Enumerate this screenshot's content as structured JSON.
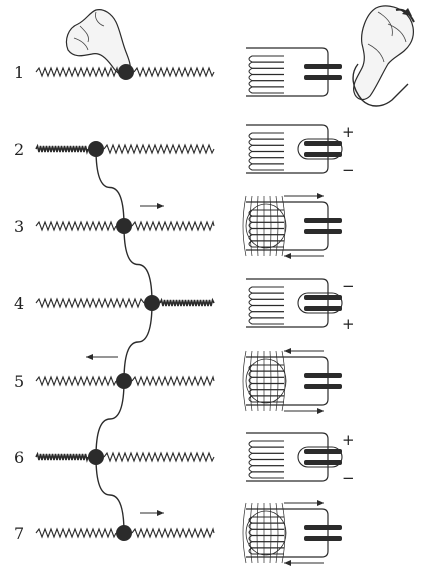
{
  "rows": [
    {
      "number": "1",
      "plate_charge": {
        "top": "",
        "bottom": ""
      },
      "current": "none",
      "bead_arrow": "none"
    },
    {
      "number": "2",
      "plate_charge": {
        "top": "+",
        "bottom": "−"
      },
      "current": "none",
      "bead_arrow": "none"
    },
    {
      "number": "3",
      "plate_charge": {
        "top": "",
        "bottom": ""
      },
      "current": "flowing",
      "bead_arrow": "right"
    },
    {
      "number": "4",
      "plate_charge": {
        "top": "−",
        "bottom": "+"
      },
      "current": "none",
      "bead_arrow": "none"
    },
    {
      "number": "5",
      "plate_charge": {
        "top": "",
        "bottom": ""
      },
      "current": "reversed",
      "bead_arrow": "left"
    },
    {
      "number": "6",
      "plate_charge": {
        "top": "+",
        "bottom": "−"
      },
      "current": "none",
      "bead_arrow": "none"
    },
    {
      "number": "7",
      "plate_charge": {
        "top": "",
        "bottom": ""
      },
      "current": "flowing",
      "bead_arrow": "right"
    }
  ],
  "colors": {
    "ink": "#2b2b2b",
    "paper": "#ffffff"
  },
  "icons": {
    "left_hand": "hand-icon",
    "right_hand": "hand-icon"
  }
}
